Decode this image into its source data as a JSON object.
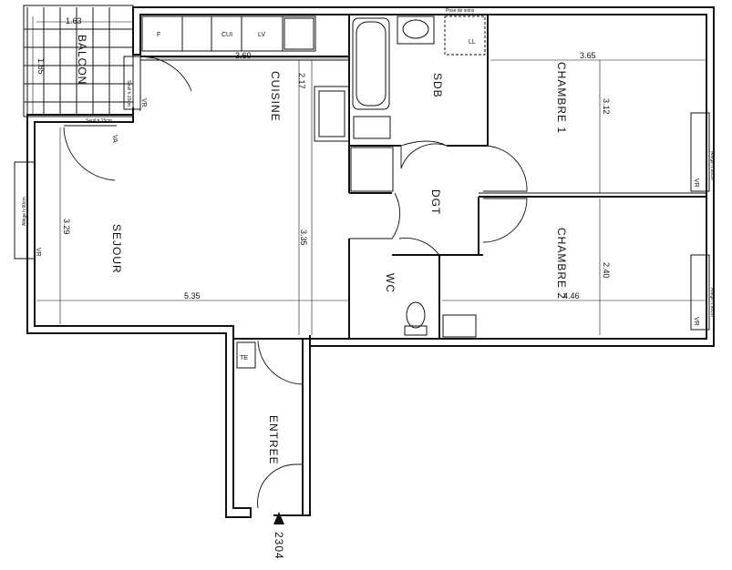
{
  "rooms": {
    "balcon": "BALCON",
    "cuisine": "CUISINE",
    "sdb": "SDB",
    "chambre1": "CHAMBRE 1",
    "chambre2": "CHAMBRE 2",
    "sejour": "SEJOUR",
    "dgt": "DGT",
    "wc": "WC",
    "entree": "ENTREE"
  },
  "dimensions": {
    "balcon_width": "1.63",
    "balcon_depth": "1.85",
    "cuisine_width": "3.60",
    "cuisine_depth": "2.17",
    "chambre1_width": "3.65",
    "chambre1_depth": "3.12",
    "sejour_depth": "3.29",
    "sejour_width": "5.35",
    "sejour_length": "3.35",
    "chambre2_depth": "2.40",
    "chambre2_width": "4.46"
  },
  "fixtures": {
    "fridge": "F",
    "cooker": "CUI",
    "washer": "LV",
    "dryer": "LL",
    "meter": "TE",
    "vent": "VR",
    "vent_alt": "VA"
  },
  "notes": {
    "poste_de_soins": "Pose de soins",
    "seuil": "Seuil h.15cm",
    "allege": "Allège h.90cm"
  },
  "lot_number": "2304"
}
